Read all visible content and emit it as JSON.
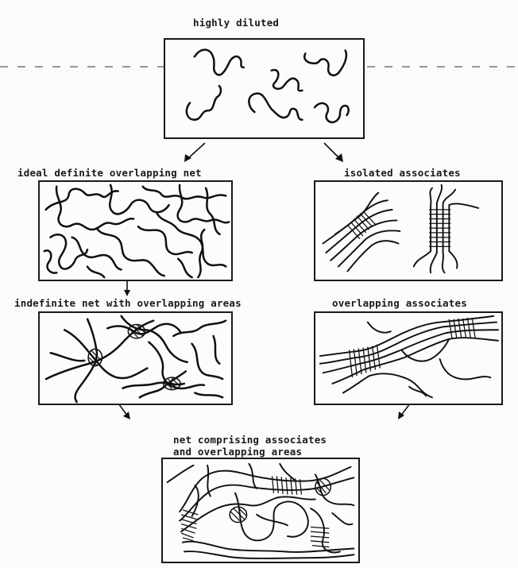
{
  "labels": {
    "top": "highly diluted",
    "ideal_net": "ideal definite overlapping net",
    "isolated": "isolated associates",
    "indefinite_net": "indefinite net with overlapping areas",
    "overlapping_assoc": "overlapping associates",
    "combined_line1": "net comprising associates",
    "combined_line2": "and overlapping areas"
  }
}
